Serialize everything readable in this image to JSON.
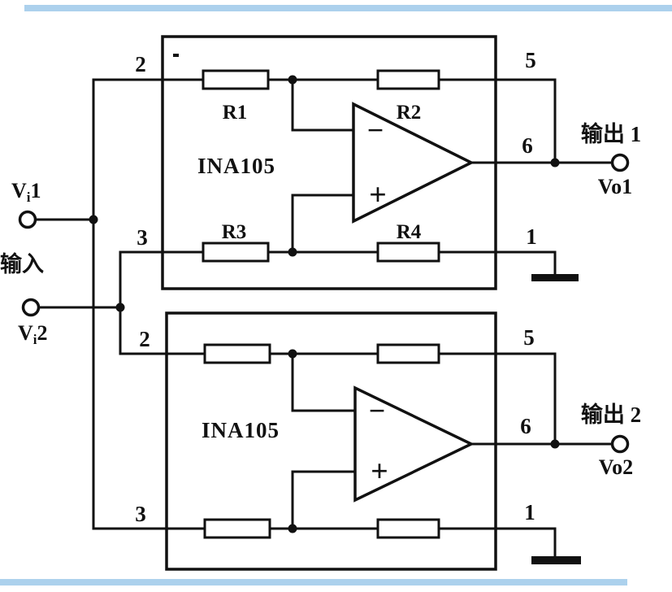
{
  "palette": {
    "ink": "#111111",
    "paper": "#ffffff",
    "scan_artifact": "#9ec9ea"
  },
  "inputs": {
    "vi1": {
      "base": "V",
      "sub": "i",
      "idx": "1"
    },
    "vi2": {
      "base": "V",
      "sub": "i",
      "idx": "2"
    },
    "group_label": "输入"
  },
  "opamp_symbols": {
    "inverting": "−",
    "noninverting": "+"
  },
  "unit1": {
    "chip_label": "INA105",
    "pin2": "2",
    "pin3": "3",
    "pin5": "5",
    "pin6": "6",
    "pin1": "1",
    "r1": "R1",
    "r2": "R2",
    "r3": "R3",
    "r4": "R4",
    "output_label": "输出 1",
    "output_name": "Vo1"
  },
  "unit2": {
    "chip_label": "INA105",
    "pin2": "2",
    "pin3": "3",
    "pin5": "5",
    "pin6": "6",
    "pin1": "1",
    "output_label": "输出 2",
    "output_name": "Vo2"
  }
}
